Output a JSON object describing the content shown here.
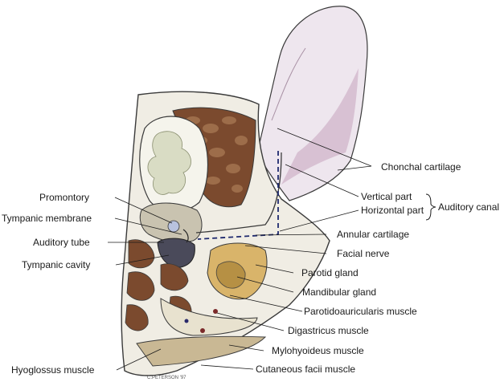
{
  "figure": {
    "signature": "C.PETERSON '97",
    "colors": {
      "cartilage": "#eee6ee",
      "cartilage_shade": "#c9a8c2",
      "muscle": "#7b4a2e",
      "muscle_light": "#b98a62",
      "brain": "#d9dcc4",
      "brain_white": "#f5f4ec",
      "gland": "#d9b46a",
      "gland_dark": "#b08a3e",
      "skin": "#f0ede4",
      "outline": "#3a3a3a",
      "canal_dash": "#1f2a6e"
    }
  },
  "labels_left": {
    "promontory": "Promontory",
    "tympanic_membrane": "Tympanic membrane",
    "auditory_tube": "Auditory tube",
    "tympanic_cavity": "Tympanic cavity",
    "hyoglossus": "Hyoglossus muscle"
  },
  "labels_right": {
    "chonchal_cartilage": "Chonchal cartilage",
    "vertical_part": "Vertical part",
    "horizontal_part": "Horizontal part",
    "auditory_canal": "Auditory canal",
    "annular_cartilage": "Annular cartilage",
    "facial_nerve": "Facial nerve",
    "parotid_gland": "Parotid gland",
    "mandibular_gland": "Mandibular gland",
    "parotidoauricularis": "Parotidoauricularis muscle",
    "digastricus": "Digastricus muscle",
    "mylohyoideus": "Mylohyoideus muscle",
    "cutaneous_facii": "Cutaneous facii muscle"
  }
}
